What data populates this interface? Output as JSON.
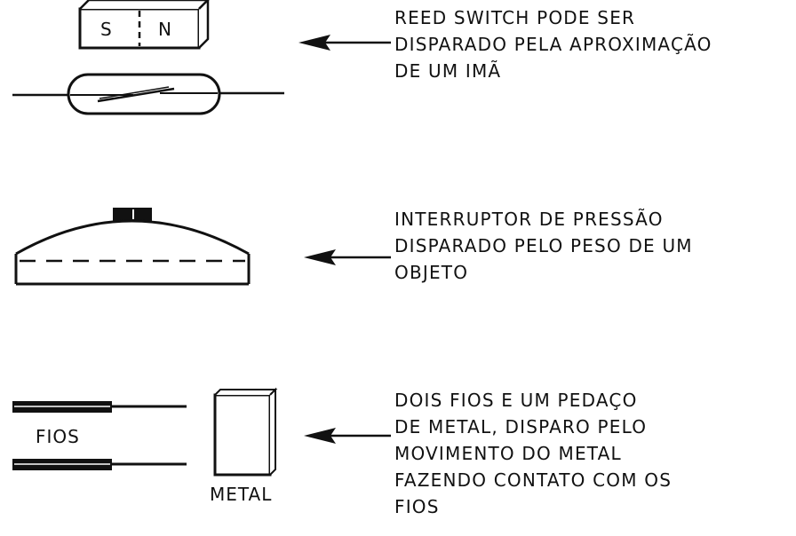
{
  "panels": [
    {
      "caption": [
        "REED SWITCH PODE SER",
        "DISPARADO PELA APROXIMAÇÃO",
        "DE UM IMÃ"
      ],
      "magnet": {
        "south": "S",
        "north": "N"
      }
    },
    {
      "caption": [
        "INTERRUPTOR DE PRESSÃO",
        "DISPARADO PELO PESO DE UM",
        "OBJETO"
      ]
    },
    {
      "caption": [
        "DOIS FIOS E UM PEDAÇO",
        "DE METAL, DISPARO PELO",
        "MOVIMENTO DO METAL",
        "FAZENDO CONTATO COM OS",
        "FIOS"
      ],
      "wires_label": "FIOS",
      "metal_label": "METAL"
    }
  ],
  "colors": {
    "ink": "#111111",
    "paper": "#ffffff",
    "bleed_through": "#d2d2d2"
  },
  "icons": [
    "left-arrow-icon"
  ]
}
